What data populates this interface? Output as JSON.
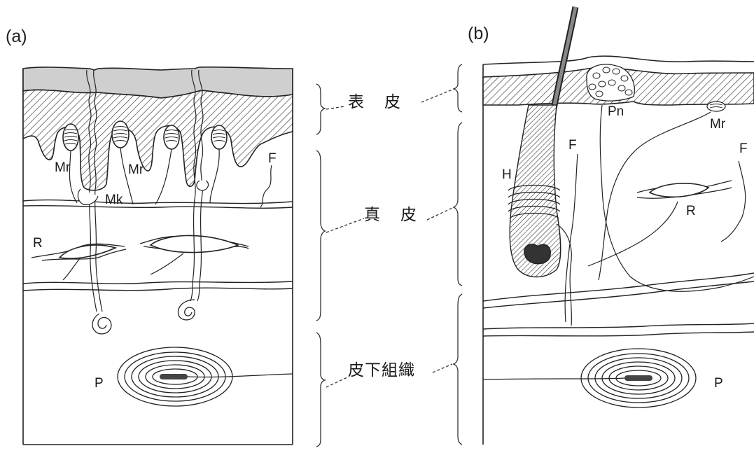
{
  "panels": {
    "a": {
      "label": "(a)"
    },
    "b": {
      "label": "(b)"
    }
  },
  "layers": {
    "epidermis": "表　皮",
    "dermis": "真　皮",
    "subcutis": "皮下組織"
  },
  "labels_a": {
    "mr_left": "Mr",
    "mr_right": "Mr",
    "mk": "Mk",
    "f": "F",
    "r": "R",
    "p": "P"
  },
  "labels_b": {
    "h": "H",
    "pn": "Pn",
    "mr": "Mr",
    "f_left": "F",
    "f_right": "F",
    "r": "R",
    "p": "P"
  }
}
